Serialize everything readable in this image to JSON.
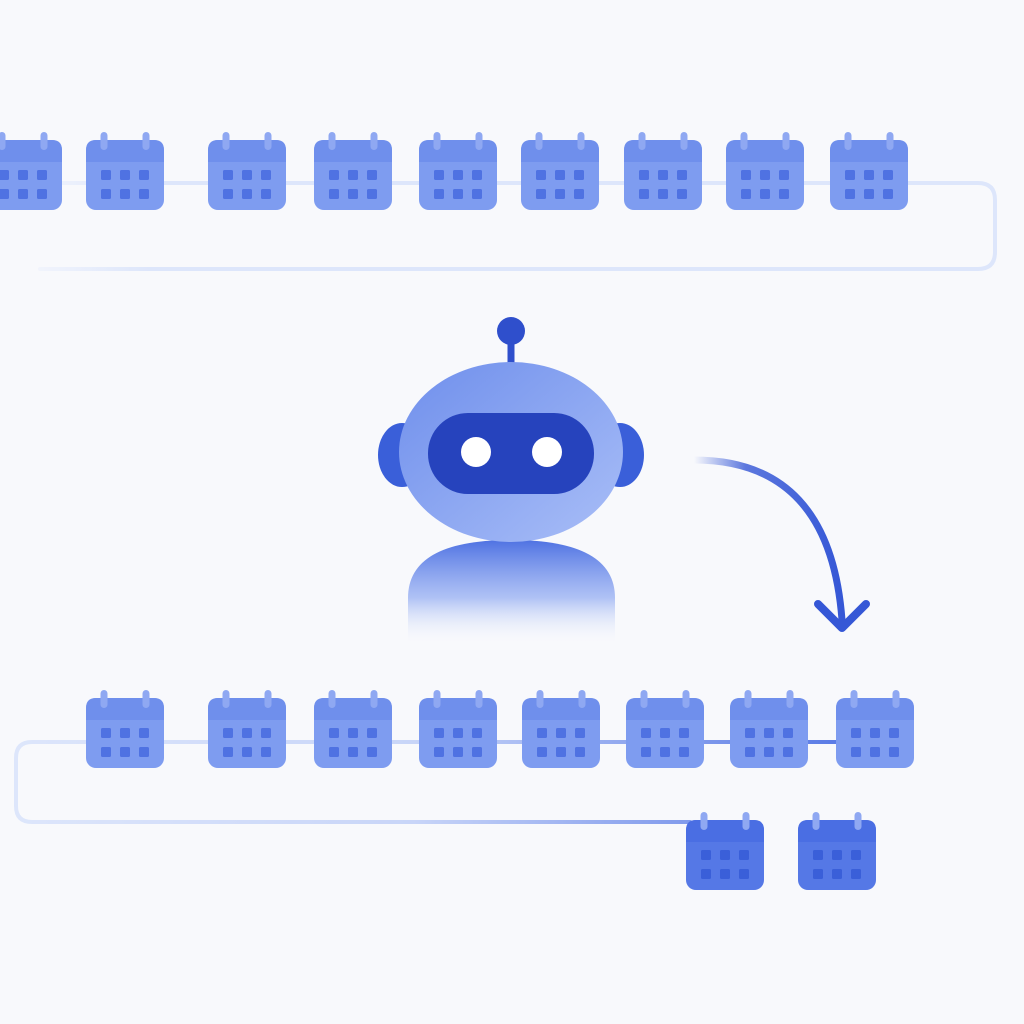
{
  "colors": {
    "background": "#f8f9fc",
    "calendar_light": "#7e9cf0",
    "calendar_light_top": "#6f8fec",
    "calendar_dark": "#5578e6",
    "calendar_dark_top": "#4a6ee3",
    "calendar_cell": "#4f72e2",
    "calendar_cell_dark": "#3a5fd9",
    "calendar_ring": "#8fa8f2",
    "track": "#dde6fb",
    "track_strong": "#4a6ee3",
    "robot_body": "#7f9ef1",
    "robot_body_light": "#a5bbf6",
    "robot_visor": "#2643bd",
    "robot_accent": "#2f4fcc",
    "robot_eye": "#ffffff",
    "arrow": "#3557d6"
  },
  "illustration": {
    "top_row_calendar_count": 9,
    "bottom_row_calendar_count": 8,
    "output_calendar_count": 2,
    "icons": [
      "calendar-icon",
      "robot-icon",
      "curved-arrow-icon"
    ]
  }
}
